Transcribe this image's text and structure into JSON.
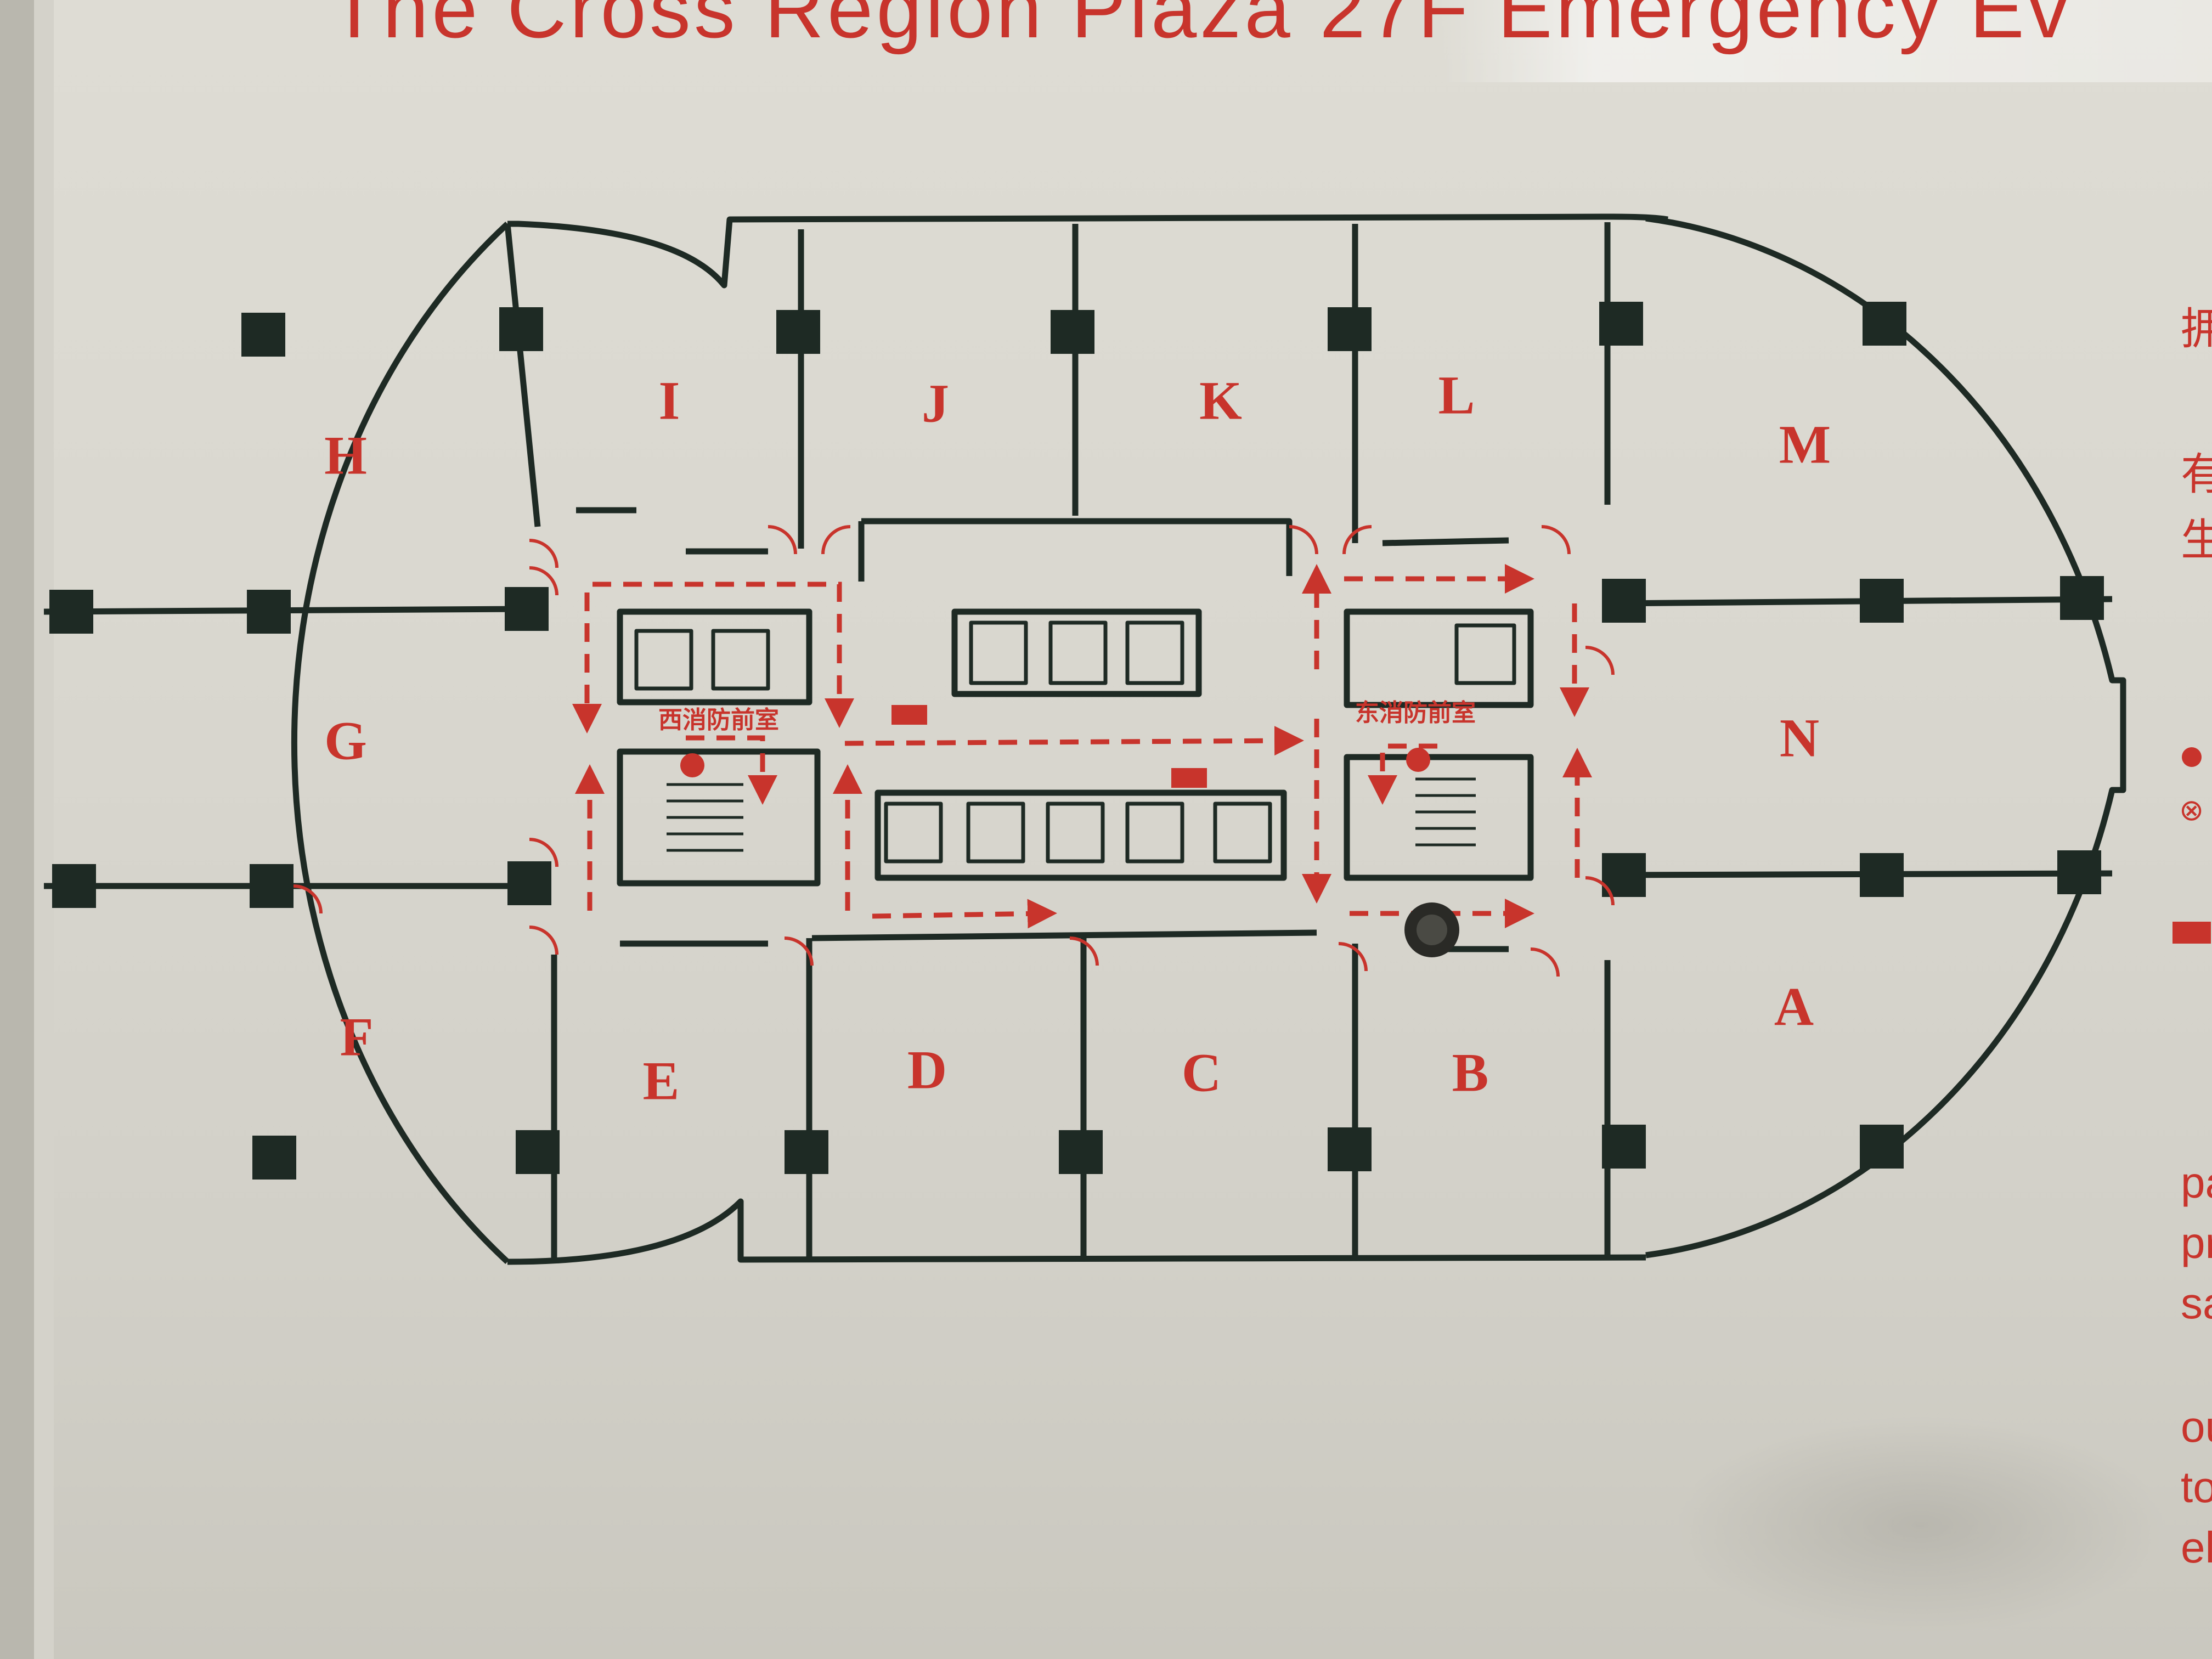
{
  "sign": {
    "title": "The  Cross  Region  Plaza  27F  Emergency  Ev",
    "accent_color": "#c8342c",
    "wall_color": "#1e2a24"
  },
  "rooms": {
    "a": "A",
    "b": "B",
    "c": "C",
    "d": "D",
    "e": "E",
    "f": "F",
    "g": "G",
    "h": "H",
    "i": "I",
    "j": "J",
    "k": "K",
    "l": "L",
    "m": "M",
    "n": "N"
  },
  "lobbies": {
    "west": "西消防前室",
    "east": "东消防前室"
  },
  "side_text": {
    "line1": "拥",
    "line2": "有",
    "line3": "生",
    "line4": "pa",
    "line5": "pr",
    "line6": "sa",
    "line7": "ou",
    "line8": "to",
    "line9": "el"
  },
  "legend_icons": [
    "dot-icon",
    "no-symbol-icon",
    "red-square-icon"
  ]
}
